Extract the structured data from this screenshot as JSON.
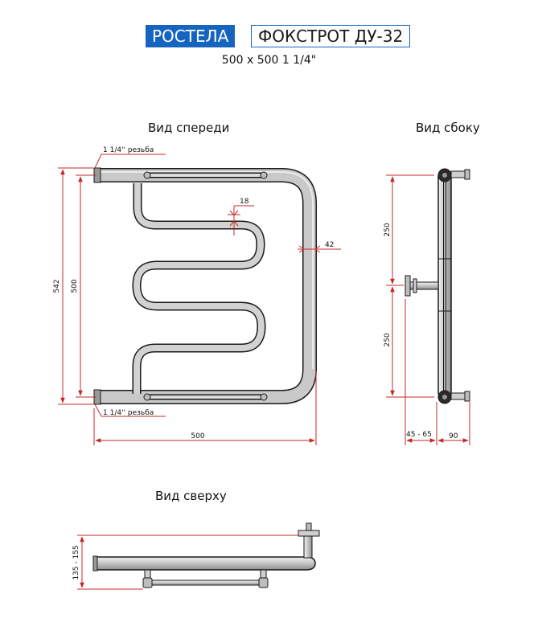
{
  "header": {
    "brand": "РОСТЕЛА",
    "model": "ФОКСТРОТ ДУ-32",
    "size": "500 x 500 1 1/4\"",
    "brand_color": "#1565c0"
  },
  "views": {
    "front": "Вид спереди",
    "side": "Вид сбоку",
    "top": "Вид сверху"
  },
  "dimensions": {
    "thread_top": "1 1/4'' резьба",
    "thread_bottom": "1 1/4'' резьба",
    "height_total": "542",
    "height_center": "500",
    "width": "500",
    "gap": "18",
    "tube": "42",
    "side_upper": "250",
    "side_lower": "250",
    "wall_offset": "45 - 65",
    "depth": "90",
    "top_depth": "135 - 155"
  },
  "colors": {
    "dimension": "#c62828",
    "pipe": "#cfcfcf",
    "outline": "#1a1a1a"
  }
}
